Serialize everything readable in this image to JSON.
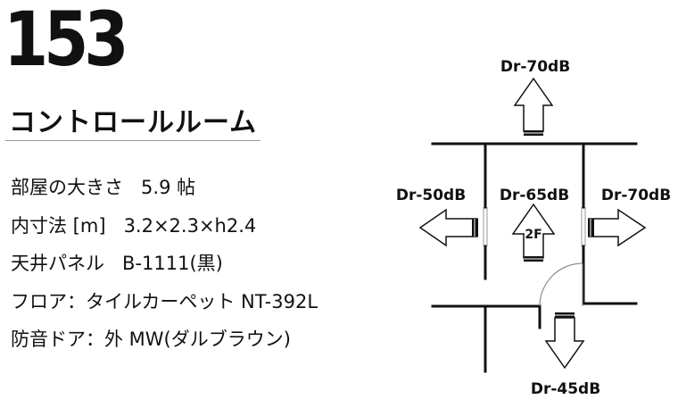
{
  "room": {
    "number": "153",
    "name": "コントロールルーム"
  },
  "specs": [
    {
      "label": "部屋の大きさ",
      "value": "5.9 帖"
    },
    {
      "label": "内寸法 [m]",
      "value": "3.2×2.3×h2.4"
    },
    {
      "label": "天井パネル",
      "value": "B-1111(黒)"
    },
    {
      "label": "フロア：タイルカーペット NT-392L",
      "value": ""
    },
    {
      "label": "防音ドア：外 MW(ダルブラウン)",
      "value": ""
    }
  ],
  "floor_plan": {
    "inner_door_floor": "2F",
    "doors": [
      {
        "id": "top",
        "label": "Dr-70dB"
      },
      {
        "id": "left",
        "label": "Dr-50dB"
      },
      {
        "id": "center",
        "label": "Dr-65dB"
      },
      {
        "id": "right",
        "label": "Dr-70dB"
      },
      {
        "id": "bottom",
        "label": "Dr-45dB"
      }
    ]
  }
}
